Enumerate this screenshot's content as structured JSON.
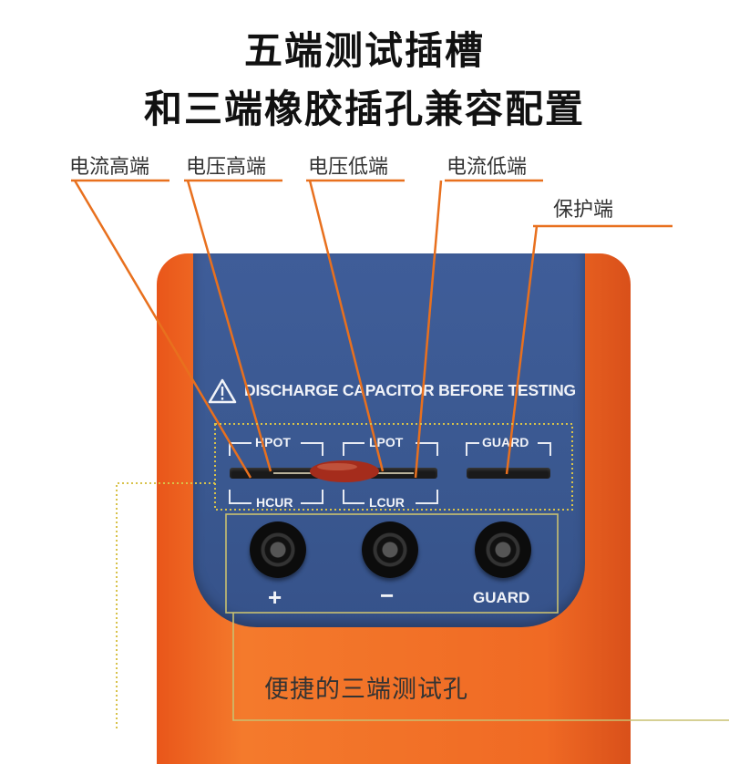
{
  "title": {
    "line1": "五端测试插槽",
    "line2": "和三端橡胶插孔兼容配置"
  },
  "callouts": {
    "current_high": "电流高端",
    "voltage_high": "电压高端",
    "voltage_low": "电压低端",
    "current_low": "电流低端",
    "guard": "保护端"
  },
  "panel": {
    "warning": "DISCHARGE CAPACITOR BEFORE TESTING",
    "hpot": "HPOT",
    "lpot": "LPOT",
    "guard": "GUARD",
    "hcur": "HCUR",
    "lcur": "LCUR",
    "plus": "+",
    "minus": "−",
    "guard_socket": "GUARD"
  },
  "caption": "便捷的三端测试孔",
  "colors": {
    "orange": "#f06a24",
    "panel_blue": "#3a5890",
    "callout_line": "#e8701e",
    "dotted_highlight": "#d8c24a",
    "socket_frame": "#c9c070"
  },
  "icons": [
    "warning-triangle-icon"
  ]
}
